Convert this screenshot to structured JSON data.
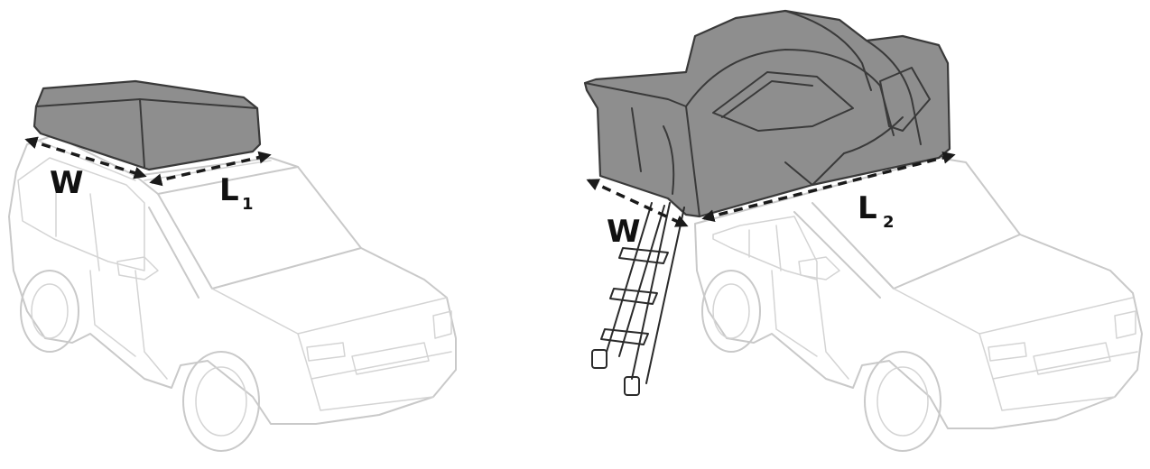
{
  "left_panel": {
    "width_label": "W",
    "length_label": "L",
    "length_subscript": "1"
  },
  "right_panel": {
    "width_label": "W",
    "length_label": "L",
    "length_subscript": "2"
  },
  "colors": {
    "tent_fill": "#8c8c8c",
    "vehicle_outline": "#c9c9c9",
    "dimension_line": "#1a1a1a"
  }
}
